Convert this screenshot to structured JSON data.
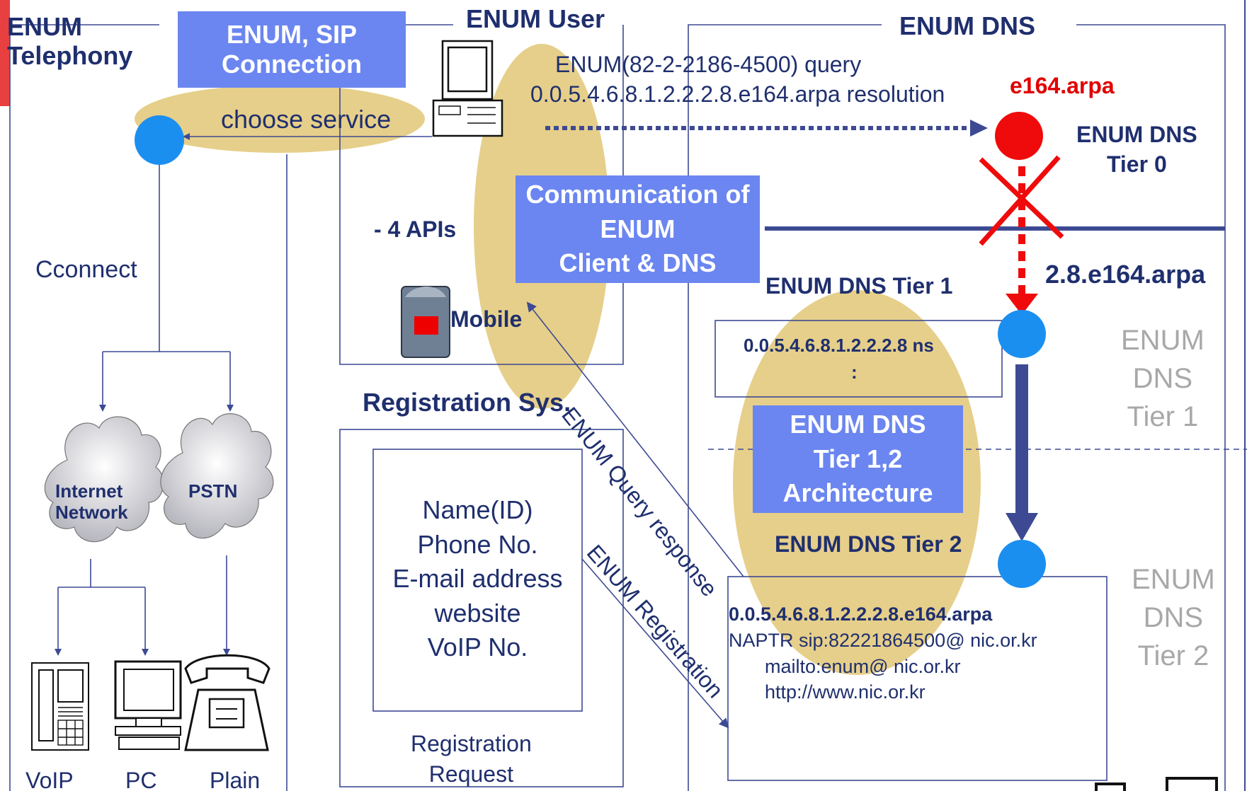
{
  "telephony": {
    "title": "ENUM\nTelephony",
    "connect_label": "Cconnect",
    "clouds": [
      "Internet\nNetwork",
      "PSTN"
    ],
    "devices": [
      "VoIP",
      "PC",
      "Plain"
    ]
  },
  "sip_box": {
    "label": "ENUM, SIP\nConnection"
  },
  "user": {
    "title": "ENUM User",
    "choose_service": "choose service",
    "apis": "- 4 APIs",
    "mobile": "Mobile",
    "query_line1": "ENUM(82-2-2186-4500) query",
    "query_line2": "0.0.5.4.6.8.1.2.2.2.8.e164.arpa resolution"
  },
  "comm_box": {
    "label": "Communication of\nENUM\nClient & DNS"
  },
  "registration": {
    "title": "Registration Sys.",
    "fields": "Name(ID)\nPhone No.\nE-mail address\nwebsite\nVoIP No.",
    "request": "Registration\nRequest"
  },
  "arrows": {
    "query_response": "ENUM Query response",
    "registration": "ENUM Registration"
  },
  "dns": {
    "title": "ENUM DNS",
    "e164": "e164.arpa",
    "tier0": "ENUM DNS\nTier 0",
    "tier1_domain": "2.8.e164.arpa",
    "tier1_label": "ENUM DNS Tier 1",
    "tier1_record_line1": "0.0.5.4.6.8.1.2.2.2.8 ns",
    "tier1_record_line2": ":",
    "arch_box": "ENUM DNS\nTier 1,2\nArchitecture",
    "tier2_label": "ENUM DNS Tier 2",
    "tier1_side": "ENUM\nDNS\nTier 1",
    "tier2_side": "ENUM\nDNS\nTier 2",
    "naptr_domain": "0.0.5.4.6.8.1.2.2.2.8.e164.arpa",
    "naptr_line1": "NAPTR sip:82221864500@ nic.or.kr",
    "naptr_line2": "mailto:enum@ nic.or.kr",
    "naptr_line3": "http://www.nic.or.kr"
  },
  "colors": {
    "accent_box": "#6b86f0",
    "ellipse": "#e6cf8a",
    "node_blue": "#1b8ff0",
    "node_red": "#ef0b0b",
    "line_navy": "#3d4a93",
    "corner_red": "#e84040"
  }
}
